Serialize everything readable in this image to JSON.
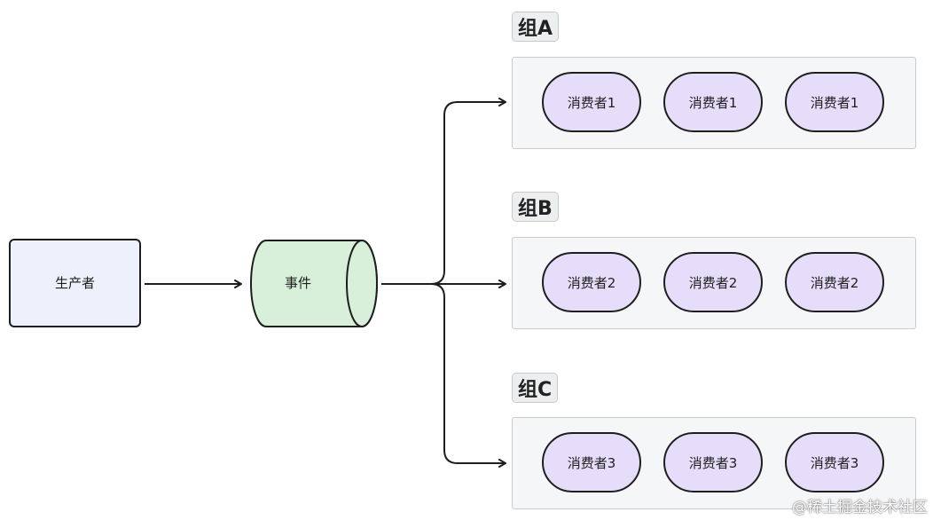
{
  "producer": {
    "label": "生产者"
  },
  "event": {
    "label": "事件"
  },
  "groups": [
    {
      "label": "组A",
      "consumers": [
        "消费者1",
        "消费者1",
        "消费者1"
      ]
    },
    {
      "label": "组B",
      "consumers": [
        "消费者2",
        "消费者2",
        "消费者2"
      ]
    },
    {
      "label": "组C",
      "consumers": [
        "消费者3",
        "消费者3",
        "消费者3"
      ]
    }
  ],
  "watermark": "@稀土掘金技术社区",
  "colors": {
    "producer_fill": "#eef1fb",
    "event_fill": "#d8f0da",
    "consumer_fill": "#e6ddfa",
    "group_fill": "#f5f6f7",
    "stroke": "#1e1e1e"
  }
}
